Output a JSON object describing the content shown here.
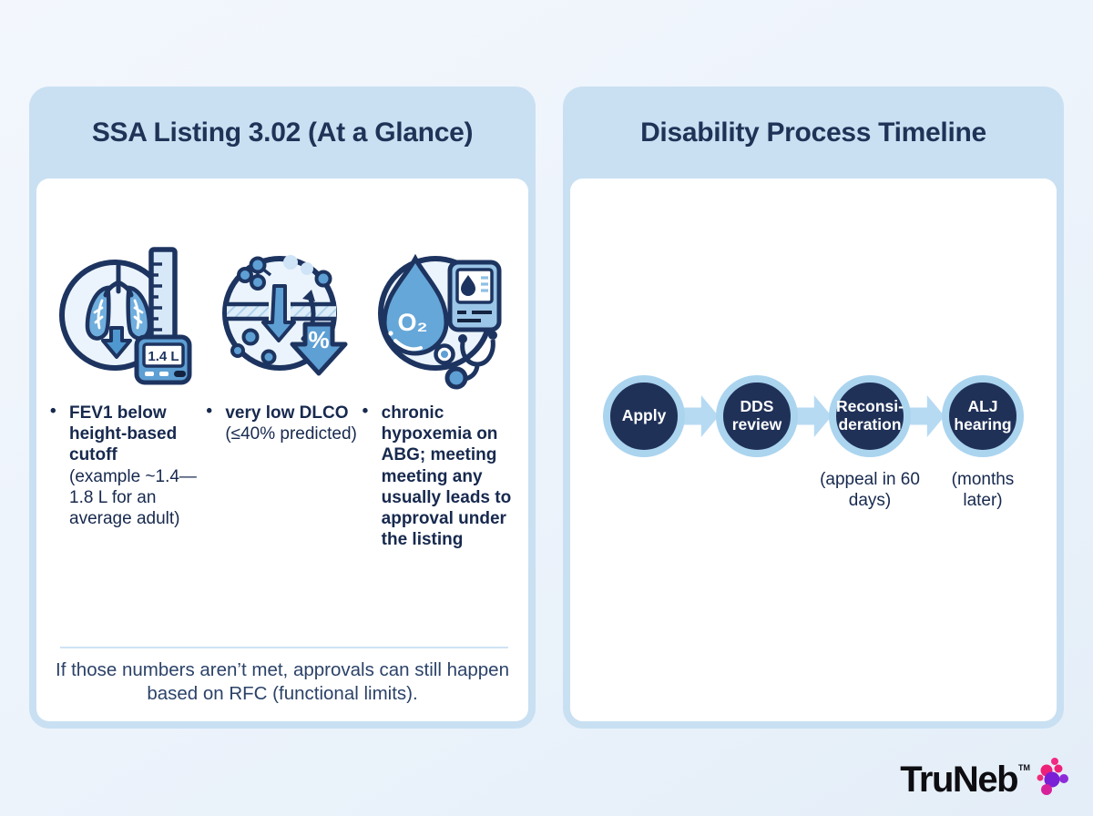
{
  "left_card": {
    "title": "SSA Listing 3.02 (At a Glance)",
    "features": [
      {
        "icon": "lungs-spirometer-icon",
        "meter_label": "1.4 L",
        "bold": "FEV1 below height-based cutoff",
        "detail": "(example ~1.4—1.8 L for an average adult)"
      },
      {
        "icon": "gas-diffusion-icon",
        "percent_label": "%",
        "bold": "very low DLCO",
        "detail": "(≤40% predicted)"
      },
      {
        "icon": "oxygen-monitor-icon",
        "o2_label": "O₂",
        "bold": "chronic hypoxemia on ABG; meeting meeting any usually leads to approval under the listing",
        "detail": ""
      }
    ],
    "bullet_marker": "•",
    "note": "If those numbers aren’t met, approvals can still happen based on RFC (functional limits)."
  },
  "right_card": {
    "title": "Disability Process Timeline",
    "steps": [
      {
        "label": "Apply",
        "sublabel": ""
      },
      {
        "label": "DDS review",
        "sublabel": ""
      },
      {
        "label": "Reconsi-deration",
        "sublabel": "(appeal in 60 days)"
      },
      {
        "label": "ALJ hearing",
        "sublabel": "(months later)"
      }
    ]
  },
  "logo": {
    "text": "TruNeb",
    "tm": "TM",
    "dot_colors": [
      "#f22a86",
      "#ee1f78",
      "#ef2079",
      "#7a1fd6",
      "#8d2bd9",
      "#ee2d7a",
      "#d6219c"
    ]
  },
  "colors": {
    "heading_navy": "#1f3357",
    "body_navy": "#17294e",
    "card_header_blue": "#c9e0f2",
    "timeline_circle_fill": "#203158",
    "timeline_ring": "#abd4ef",
    "arrow_blue": "#b7daf3",
    "icon_mid_blue": "#5e9fd4",
    "icon_outline_navy": "#1d3460"
  }
}
